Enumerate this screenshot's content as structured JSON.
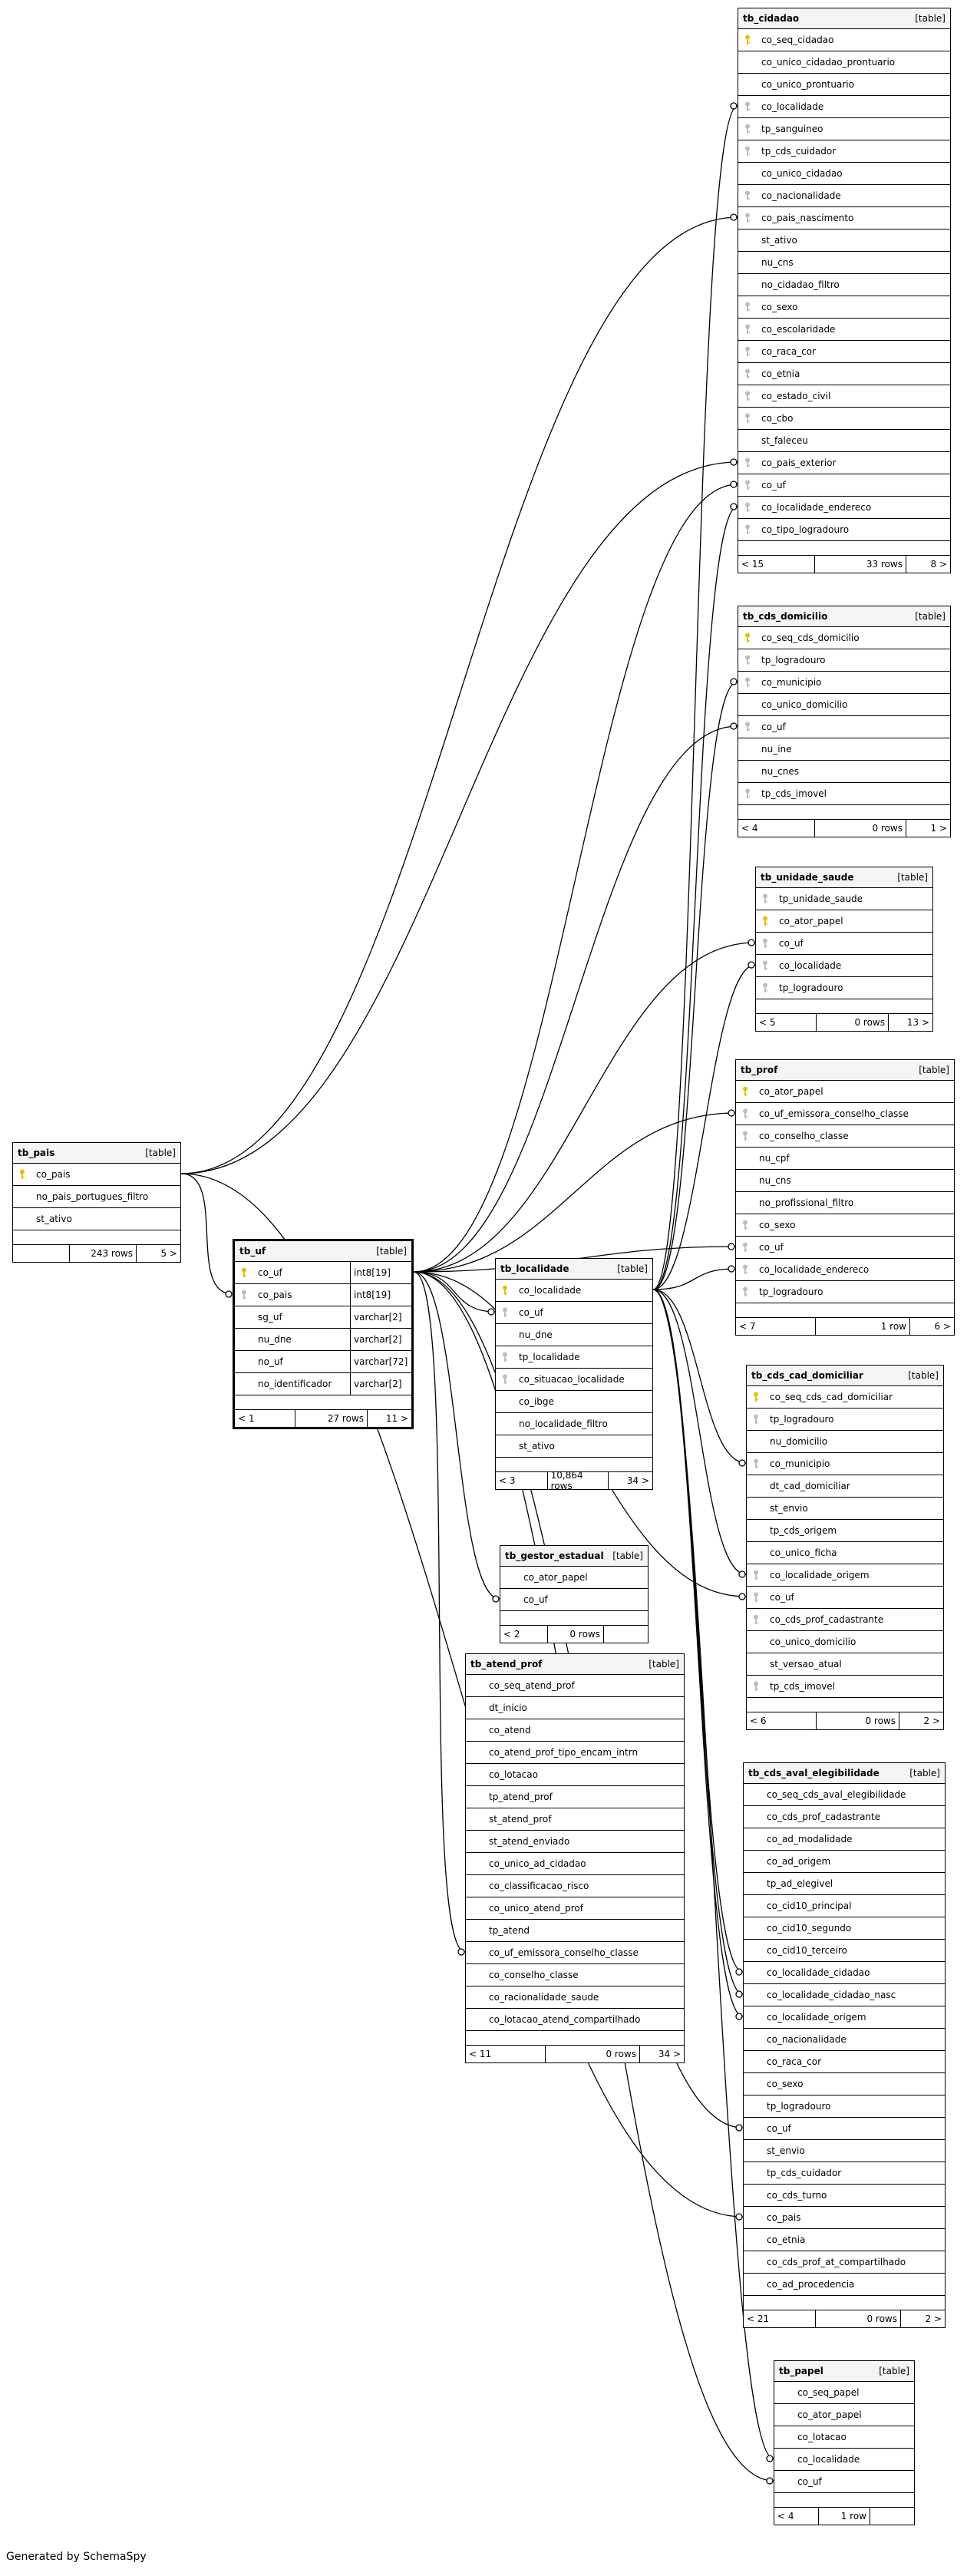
{
  "generated_by": "Generated by SchemaSpy",
  "table_tag": "[table]",
  "tables": {
    "tb_cidadao": {
      "name": "tb_cidadao",
      "columns": [
        "co_seq_cidadao",
        "co_unico_cidadao_prontuario",
        "co_unico_prontuario",
        "co_localidade",
        "tp_sanguineo",
        "tp_cds_cuidador",
        "co_unico_cidadao",
        "co_nacionalidade",
        "co_pais_nascimento",
        "st_ativo",
        "nu_cns",
        "no_cidadao_filtro",
        "co_sexo",
        "co_escolaridade",
        "co_raca_cor",
        "co_etnia",
        "co_estado_civil",
        "co_cbo",
        "st_faleceu",
        "co_pais_exterior",
        "co_uf",
        "co_localidade_endereco",
        "co_tipo_logradouro"
      ],
      "footer": [
        "< 15",
        "33 rows",
        "8 >"
      ]
    },
    "tb_cds_domicilio": {
      "name": "tb_cds_domicilio",
      "columns": [
        "co_seq_cds_domicilio",
        "tp_logradouro",
        "co_municipio",
        "co_unico_domicilio",
        "co_uf",
        "nu_ine",
        "nu_cnes",
        "tp_cds_imovel"
      ],
      "footer": [
        "< 4",
        "0 rows",
        "1 >"
      ]
    },
    "tb_unidade_saude": {
      "name": "tb_unidade_saude",
      "columns": [
        "tp_unidade_saude",
        "co_ator_papel",
        "co_uf",
        "co_localidade",
        "tp_logradouro"
      ],
      "footer": [
        "< 5",
        "0 rows",
        "13 >"
      ]
    },
    "tb_prof": {
      "name": "tb_prof",
      "columns": [
        "co_ator_papel",
        "co_uf_emissora_conselho_classe",
        "co_conselho_classe",
        "nu_cpf",
        "nu_cns",
        "no_profissional_filtro",
        "co_sexo",
        "co_uf",
        "co_localidade_endereco",
        "tp_logradouro"
      ],
      "footer": [
        "< 7",
        "1 row",
        "6 >"
      ]
    },
    "tb_pais": {
      "name": "tb_pais",
      "columns": [
        "co_pais",
        "no_pais_portugues_filtro",
        "st_ativo"
      ],
      "footer": [
        "",
        "243 rows",
        "5 >"
      ]
    },
    "tb_uf": {
      "name": "tb_uf",
      "columns": [
        "co_uf",
        "co_pais",
        "sg_uf",
        "nu_dne",
        "no_uf",
        "no_identificador"
      ],
      "types": [
        "int8[19]",
        "int8[19]",
        "varchar[2]",
        "varchar[2]",
        "varchar[72]",
        "varchar[2]"
      ],
      "footer": [
        "< 1",
        "27 rows",
        "11 >"
      ]
    },
    "tb_localidade": {
      "name": "tb_localidade",
      "columns": [
        "co_localidade",
        "co_uf",
        "nu_dne",
        "tp_localidade",
        "co_situacao_localidade",
        "co_ibge",
        "no_localidade_filtro",
        "st_ativo"
      ],
      "footer": [
        "< 3",
        "10,864 rows",
        "34 >"
      ]
    },
    "tb_cds_cad_domiciliar": {
      "name": "tb_cds_cad_domiciliar",
      "columns": [
        "co_seq_cds_cad_domiciliar",
        "tp_logradouro",
        "nu_domicilio",
        "co_municipio",
        "dt_cad_domiciliar",
        "st_envio",
        "tp_cds_origem",
        "co_unico_ficha",
        "co_localidade_origem",
        "co_uf",
        "co_cds_prof_cadastrante",
        "co_unico_domicilio",
        "st_versao_atual",
        "tp_cds_imovel"
      ],
      "footer": [
        "< 6",
        "0 rows",
        "2 >"
      ]
    },
    "tb_gestor_estadual": {
      "name": "tb_gestor_estadual",
      "columns": [
        "co_ator_papel",
        "co_uf"
      ],
      "footer": [
        "< 2",
        "0 rows",
        ""
      ]
    },
    "tb_atend_prof": {
      "name": "tb_atend_prof",
      "columns": [
        "co_seq_atend_prof",
        "dt_inicio",
        "co_atend",
        "co_atend_prof_tipo_encam_intrn",
        "co_lotacao",
        "tp_atend_prof",
        "st_atend_prof",
        "st_atend_enviado",
        "co_unico_ad_cidadao",
        "co_classificacao_risco",
        "co_unico_atend_prof",
        "tp_atend",
        "co_uf_emissora_conselho_classe",
        "co_conselho_classe",
        "co_racionalidade_saude",
        "co_lotacao_atend_compartilhado"
      ],
      "footer": [
        "< 11",
        "0 rows",
        "34 >"
      ]
    },
    "tb_cds_aval_elegibilidade": {
      "name": "tb_cds_aval_elegibilidade",
      "columns": [
        "co_seq_cds_aval_elegibilidade",
        "co_cds_prof_cadastrante",
        "co_ad_modalidade",
        "co_ad_origem",
        "tp_ad_elegivel",
        "co_cid10_principal",
        "co_cid10_segundo",
        "co_cid10_terceiro",
        "co_localidade_cidadao",
        "co_localidade_cidadao_nasc",
        "co_localidade_origem",
        "co_nacionalidade",
        "co_raca_cor",
        "co_sexo",
        "tp_logradouro",
        "co_uf",
        "st_envio",
        "tp_cds_cuidador",
        "co_cds_turno",
        "co_pais",
        "co_etnia",
        "co_cds_prof_at_compartilhado",
        "co_ad_procedencia"
      ],
      "footer": [
        "< 21",
        "0 rows",
        "2 >"
      ]
    },
    "tb_papel": {
      "name": "tb_papel",
      "columns": [
        "co_seq_papel",
        "co_ator_papel",
        "co_lotacao",
        "co_localidade",
        "co_uf"
      ],
      "footer": [
        "< 4",
        "1 row",
        ""
      ]
    }
  }
}
